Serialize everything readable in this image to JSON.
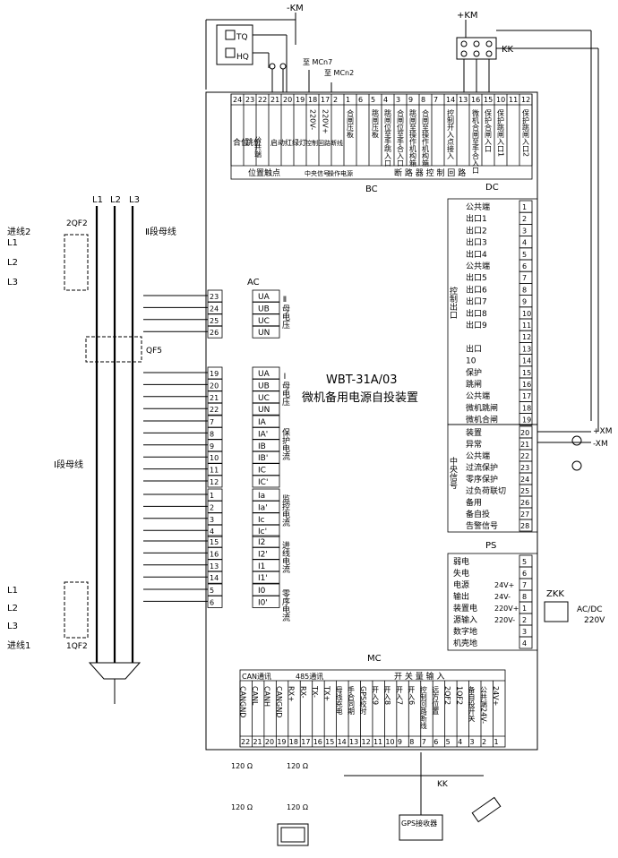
{
  "device": {
    "model": "WBT-31A/03",
    "name": "微机备用电源自投装置"
  },
  "supply": {
    "neg_km": "-KM",
    "pos_km": "+KM",
    "kk": "KK",
    "tq": "TQ",
    "hq": "HQ",
    "mcn7": "至 MCn7",
    "mcn2": "至 MCn2"
  },
  "buses": {
    "l1": "L1",
    "l2": "L2",
    "l3": "L3",
    "bus2": "Ⅱ段母线",
    "bus1": "Ⅰ段母线",
    "incoming2": "进线2",
    "incoming1": "进线1",
    "qf2_2": "2QF2",
    "qf2_1": "1QF2",
    "qf5": "QF5"
  },
  "bc": {
    "title": "BC",
    "terminals": [
      "24",
      "23",
      "22",
      "21",
      "20",
      "19",
      "18",
      "17",
      "2",
      "1",
      "6",
      "5",
      "4",
      "3",
      "9",
      "8",
      "7",
      "14",
      "13",
      "16",
      "15",
      "10",
      "11",
      "12"
    ],
    "labels": {
      "closed": "合位",
      "tripped": "跳位",
      "common": "公共端",
      "start_lamp": "启动红绿灯",
      "ctrl_loop": "控制回路断线",
      "v220m": "220V-",
      "v220p": "220V+",
      "close_plate": "合闸压板",
      "trip_plate": "跳闸压板",
      "trip_manual": "跳闸位至手跳入口",
      "close_manual": "合闸位至手合入口",
      "trip_mech": "跳闸至操作机构箱",
      "close_mech": "合闸至操作机构箱",
      "ctrl_input": "控制开入点接入",
      "micro_close": "微机合闸至手合入口",
      "prot_close": "保护合闸入口",
      "prot_trip1": "保护跳闸入口1",
      "prot_trip2": "保护跳闸入口2"
    },
    "groups": {
      "position": "位置触点",
      "central": "中央信号",
      "op_power": "操作电源",
      "cb_ctrl": "断 路 器 控 制 回 路"
    }
  },
  "dc": {
    "title": "DC",
    "section": "控制出口",
    "rows": [
      {
        "label": "公共端",
        "num": "1"
      },
      {
        "label": "出口1",
        "num": "2"
      },
      {
        "label": "出口2",
        "num": "3"
      },
      {
        "label": "出口3",
        "num": "4"
      },
      {
        "label": "出口4",
        "num": "5"
      },
      {
        "label": "公共端",
        "num": "6"
      },
      {
        "label": "出口5",
        "num": "7"
      },
      {
        "label": "出口6",
        "num": "8"
      },
      {
        "label": "出口7",
        "num": "9"
      },
      {
        "label": "出口8",
        "num": "10"
      },
      {
        "label": "出口9",
        "num": "11"
      },
      {
        "label": "",
        "num": "12"
      },
      {
        "label": "出口",
        "num": "13"
      },
      {
        "label": "10",
        "num": "14"
      },
      {
        "label": "保护",
        "num": "15"
      },
      {
        "label": "跳闸",
        "num": "16"
      },
      {
        "label": "公共端",
        "num": "17"
      },
      {
        "label": "微机跳闸",
        "num": "18"
      },
      {
        "label": "微机合闸",
        "num": "19"
      }
    ]
  },
  "central": {
    "section": "中央信号",
    "rows": [
      {
        "label": "装置",
        "num": "20"
      },
      {
        "label": "异常",
        "num": "21"
      },
      {
        "label": "公共端",
        "num": "22"
      },
      {
        "label": "过流保护",
        "num": "23"
      },
      {
        "label": "零序保护",
        "num": "24"
      },
      {
        "label": "过负荷联切",
        "num": "25"
      },
      {
        "label": "备用",
        "num": "26"
      },
      {
        "label": "备自投",
        "num": "27"
      },
      {
        "label": "告警信号",
        "num": "28"
      }
    ],
    "xm_pos": "+XM",
    "xm_neg": "-XM"
  },
  "ps": {
    "title": "PS",
    "rows": [
      {
        "label": "弱电",
        "num": "5"
      },
      {
        "label": "失电",
        "num": "6"
      },
      {
        "label": "电源",
        "sub": "24V+",
        "num": "7"
      },
      {
        "label": "输出",
        "sub": "24V-",
        "num": "8"
      },
      {
        "label": "装置电",
        "sub": "220V+",
        "num": "1"
      },
      {
        "label": "源输入",
        "sub": "220V-",
        "num": "2"
      },
      {
        "label": "数字地",
        "num": "3"
      },
      {
        "label": "机壳地",
        "num": "4"
      }
    ],
    "zkk": "ZKK",
    "acdc": "AC/DC",
    "v220": "220V"
  },
  "ac": {
    "title": "AC",
    "rows": [
      {
        "num": "23",
        "label": "UA"
      },
      {
        "num": "24",
        "label": "UB"
      },
      {
        "num": "25",
        "label": "UC"
      },
      {
        "num": "26",
        "label": "UN"
      },
      {
        "num": "19",
        "label": "UA"
      },
      {
        "num": "20",
        "label": "UB"
      },
      {
        "num": "21",
        "label": "UC"
      },
      {
        "num": "22",
        "label": "UN"
      },
      {
        "num": "7",
        "label": "IA"
      },
      {
        "num": "8",
        "label": "IA'"
      },
      {
        "num": "9",
        "label": "IB"
      },
      {
        "num": "10",
        "label": "IB'"
      },
      {
        "num": "11",
        "label": "IC"
      },
      {
        "num": "12",
        "label": "IC'"
      },
      {
        "num": "1",
        "label": "Ia"
      },
      {
        "num": "2",
        "label": "Ia'"
      },
      {
        "num": "3",
        "label": "Ic"
      },
      {
        "num": "4",
        "label": "Ic'"
      },
      {
        "num": "15",
        "label": "I2"
      },
      {
        "num": "16",
        "label": "I2'"
      },
      {
        "num": "13",
        "label": "I1"
      },
      {
        "num": "14",
        "label": "I1'"
      },
      {
        "num": "5",
        "label": "I0"
      },
      {
        "num": "6",
        "label": "I0'"
      }
    ],
    "groups": {
      "bus2_v": "Ⅱ母电压",
      "bus1_v": "Ⅰ母电压",
      "prot_i": "保护电流",
      "mon_i": "监控电流",
      "line_i": "进线电流",
      "zero_i": "零序电流"
    }
  },
  "mc": {
    "title": "MC",
    "can_title": "CAN通讯",
    "rs485_title": "485通讯",
    "di_title": "开 关 量 输 入",
    "cols": [
      {
        "label": "CANGND",
        "num": "22"
      },
      {
        "label": "CANL",
        "num": "21"
      },
      {
        "label": "CANH",
        "num": "20"
      },
      {
        "label": "CANGND",
        "num": "19"
      },
      {
        "label": "RX+",
        "num": "18"
      },
      {
        "label": "RX-",
        "num": "17"
      },
      {
        "label": "TX-",
        "num": "16"
      },
      {
        "label": "TX+",
        "num": "15"
      },
      {
        "label": "母线充电",
        "num": "14"
      },
      {
        "label": "手合同期",
        "num": "13"
      },
      {
        "label": "GPS校时",
        "num": "12"
      },
      {
        "label": "开入9",
        "num": "11"
      },
      {
        "label": "开入8",
        "num": "10"
      },
      {
        "label": "开入7",
        "num": "9"
      },
      {
        "label": "开入6",
        "num": "8"
      },
      {
        "label": "控制回路断线",
        "num": "7"
      },
      {
        "label": "远方位置",
        "num": "6"
      },
      {
        "label": "2QF2",
        "num": "5"
      },
      {
        "label": "1QF2",
        "num": "4"
      },
      {
        "label": "备自投开关",
        "num": "3"
      },
      {
        "label": "公共端24V-",
        "num": "2"
      },
      {
        "label": "24V+",
        "num": "1"
      }
    ],
    "res": "120 Ω",
    "kk": "KK",
    "gps": "GPS接收器"
  }
}
